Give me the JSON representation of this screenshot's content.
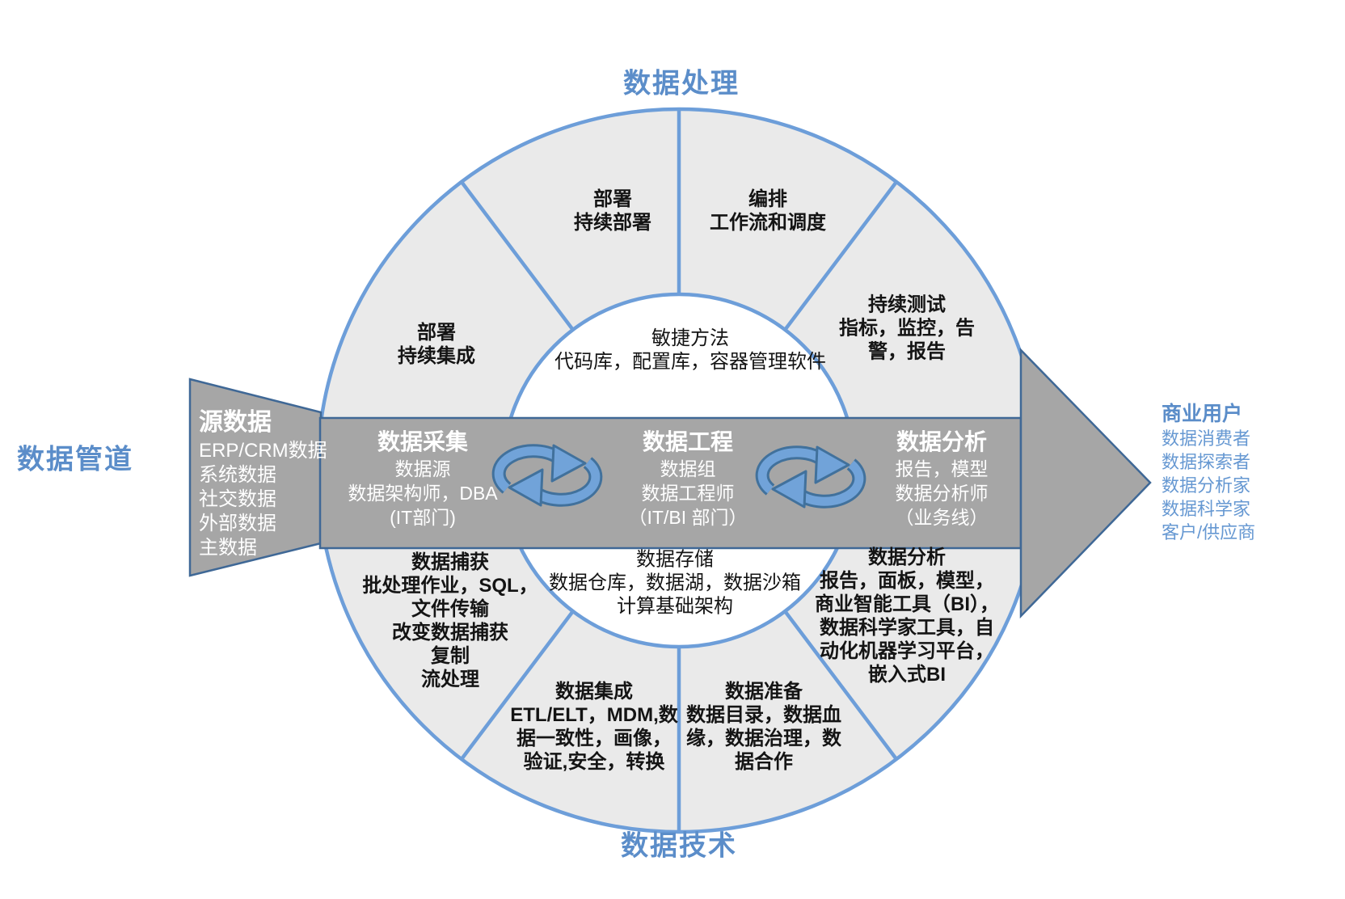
{
  "labels": {
    "top": "数据处理",
    "left": "数据管道",
    "bottom": "数据技术",
    "right_title": "商业用户"
  },
  "users": {
    "items": [
      "数据消费者",
      "数据探索者",
      "数据分析家",
      "数据科学家",
      "客户/供应商"
    ]
  },
  "source": {
    "title": "源数据",
    "items": [
      "ERP/CRM数据",
      "系统数据",
      "社交数据",
      "外部数据",
      "主数据"
    ]
  },
  "band": {
    "collect": {
      "title": "数据采集",
      "lines": [
        "数据源",
        "数据架构师，DBA",
        "(IT部门)"
      ]
    },
    "engineer": {
      "title": "数据工程",
      "lines": [
        "数据组",
        "数据工程师",
        "（IT/BI 部门）"
      ]
    },
    "analyze": {
      "title": "数据分析",
      "lines": [
        "报告，模型",
        "数据分析师",
        "（业务线）"
      ]
    }
  },
  "inner": {
    "top": {
      "title": "敏捷方法",
      "line": "代码库，配置库，容器管理软件"
    },
    "bottom": {
      "title": "数据存储",
      "lines": [
        "数据仓库，数据湖，数据沙箱",
        "计算基础架构"
      ]
    }
  },
  "ring": {
    "deploy_ci": {
      "lines": [
        "部署",
        "持续集成"
      ]
    },
    "deploy_cd": {
      "lines": [
        "部署",
        "持续部署"
      ]
    },
    "orchestration": {
      "lines": [
        "编排",
        "工作流和调度"
      ]
    },
    "testing": {
      "title": "持续测试",
      "body": "指标，监控，告警，报告"
    },
    "capture": {
      "lines": [
        "数据捕获",
        "批处理作业，SQL，",
        "文件传输",
        "改变数据捕获",
        "复制",
        "流处理"
      ]
    },
    "integration": {
      "title": "数据集成",
      "body": "ETL/ELT，MDM,数据一致性，画像，验证,安全，转换"
    },
    "preparation": {
      "title": "数据准备",
      "body": "数据目录，数据血缘，数据治理，数据合作"
    },
    "analytics": {
      "title": "数据分析",
      "body": "报告，面板，模型，商业智能工具（BI），数据科学家工具，自动化机器学习平台，嵌入式BI"
    }
  },
  "icons": {
    "cycle_left": "cycle-arrows-icon",
    "cycle_right": "cycle-arrows-icon"
  },
  "colors": {
    "segment_fill": "#EAEAEA",
    "segment_stroke": "#6D9ED9",
    "band_fill": "#A6A6A6",
    "band_stroke": "#3F6896",
    "title_blue": "#5B8DC9",
    "list_blue": "#6698D2",
    "icon_light": "#71A3D9",
    "icon_dark": "#41719C"
  }
}
